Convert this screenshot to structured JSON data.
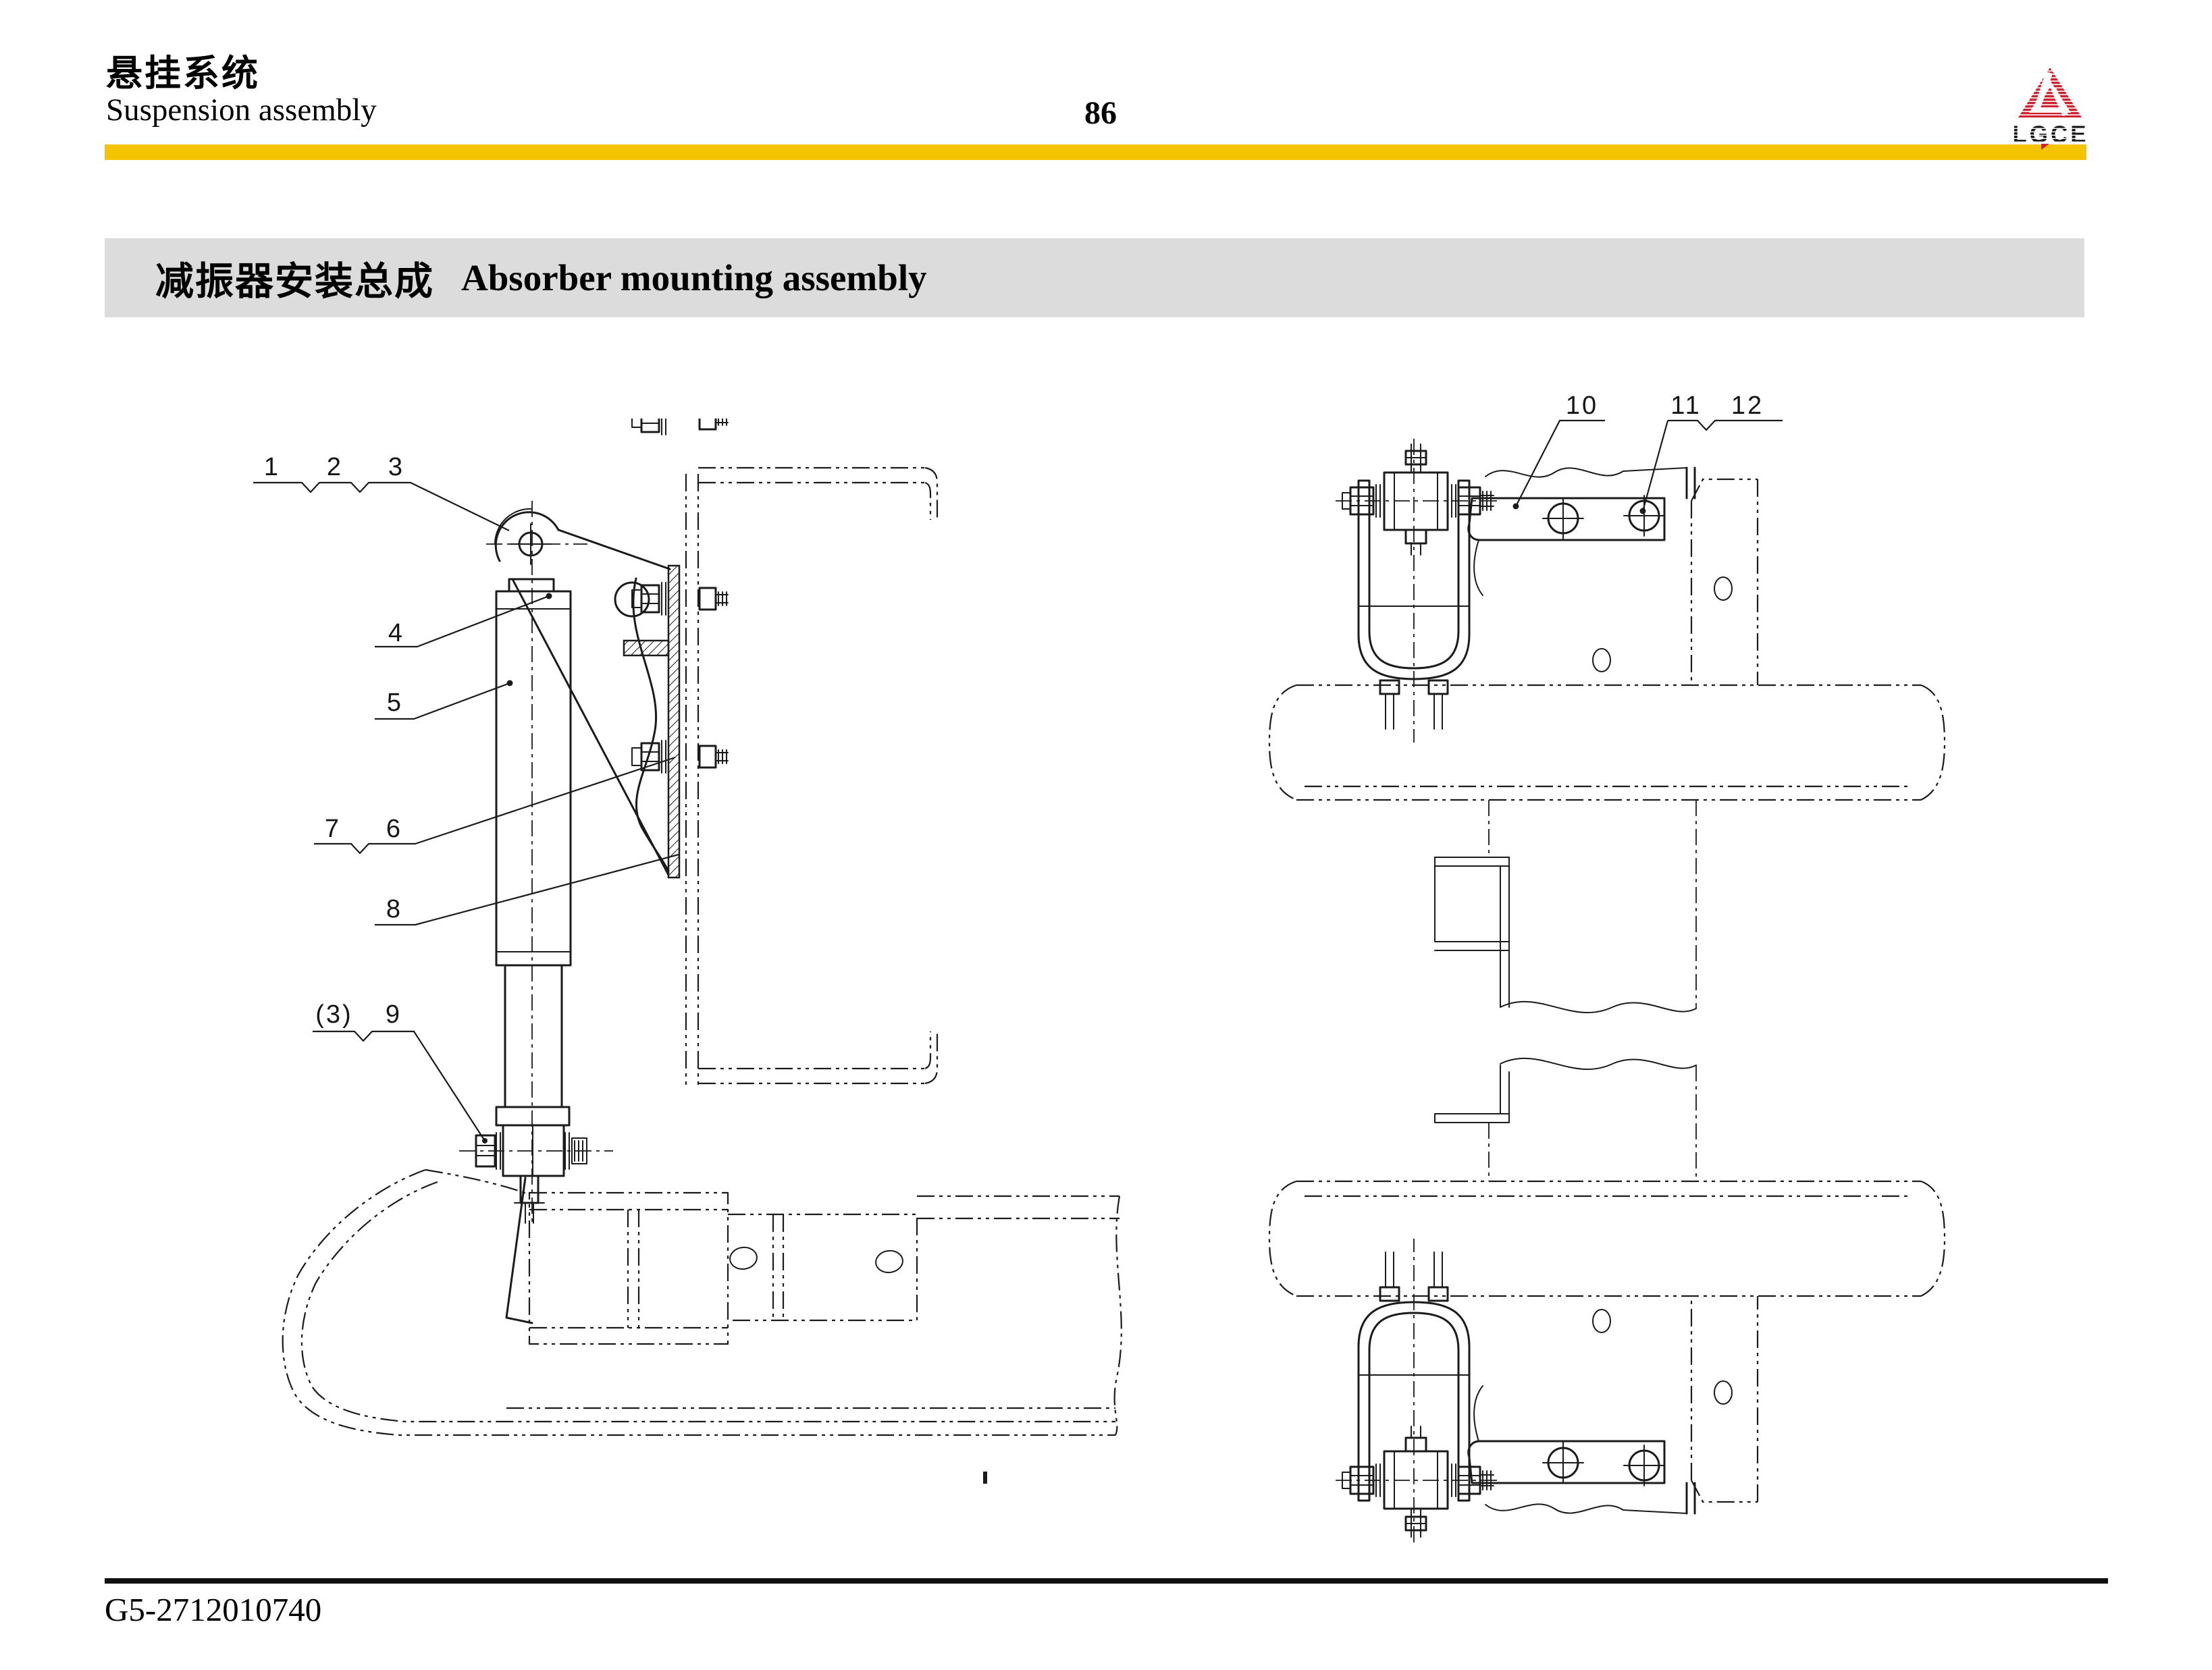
{
  "header": {
    "title_cn": "悬挂系统",
    "title_en": "Suspension assembly",
    "page_number": "86",
    "logo_text": "LGCE"
  },
  "section_banner": {
    "title_cn": "减振器安装总成",
    "title_en": "Absorber mounting assembly"
  },
  "figure": {
    "left_view": {
      "callouts": [
        {
          "label": "1"
        },
        {
          "label": "2"
        },
        {
          "label": "3"
        },
        {
          "label": "4"
        },
        {
          "label": "5"
        },
        {
          "label": "7"
        },
        {
          "label": "6"
        },
        {
          "label": "8"
        },
        {
          "label": "(3)"
        },
        {
          "label": "9"
        }
      ]
    },
    "right_view": {
      "callouts": [
        {
          "label": "10"
        },
        {
          "label": "11"
        },
        {
          "label": "12"
        }
      ]
    }
  },
  "footer": {
    "doc_number": "G5-2712010740"
  },
  "colors": {
    "accent_bar": "#F4C400",
    "banner_bg": "#DCDCDC",
    "logo_red": "#CF2030"
  }
}
